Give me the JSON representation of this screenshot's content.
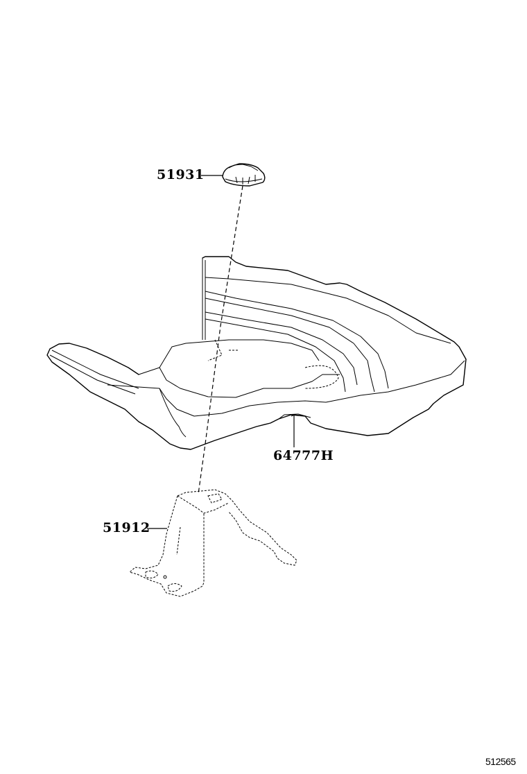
{
  "diagram": {
    "type": "exploded-parts-illustration",
    "illustration_id": "512565",
    "parts": [
      {
        "number": "51931",
        "description_icon": "spare-tire-hold-down-cap-icon"
      },
      {
        "number": "64777H",
        "description_icon": "luggage-compartment-tray-icon"
      },
      {
        "number": "51912",
        "description_icon": "spare-wheel-carrier-bracket-icon"
      }
    ],
    "colors": {
      "line": "#000000",
      "background": "#ffffff"
    }
  }
}
